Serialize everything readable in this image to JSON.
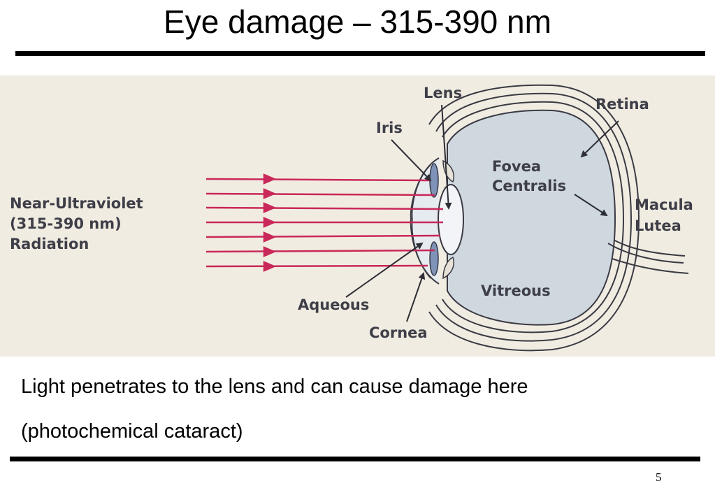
{
  "slide": {
    "title": "Eye damage – 315-390 nm",
    "page_number": "5"
  },
  "diagram": {
    "radiation_label": [
      "Near-Ultraviolet",
      "(315-390 nm)",
      "Radiation"
    ],
    "labels": {
      "lens": "Lens",
      "iris": "Iris",
      "retina": "Retina",
      "fovea": [
        "Fovea",
        "Centralis"
      ],
      "macula": [
        "Macula",
        "Lutea"
      ],
      "vitreous": "Vitreous",
      "aqueous": "Aqueous",
      "cornea": "Cornea"
    },
    "colors": {
      "background": "#f1ece1",
      "rays": "#c9285a",
      "eyeball": "#d0d8df",
      "iris": "#7f93b8",
      "label_text": "#3e3e48"
    }
  },
  "caption": {
    "line1": "Light penetrates to the lens and can cause damage here",
    "line2": "(photochemical cataract)"
  }
}
